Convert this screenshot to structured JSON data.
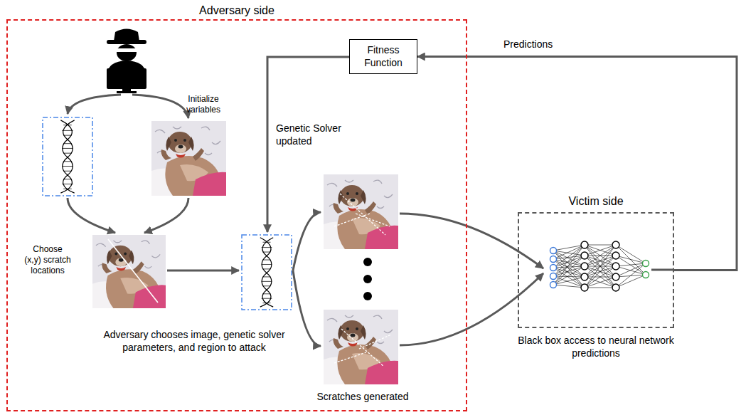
{
  "diagram": {
    "nodes": [
      {
        "text": [
          "Adversary side"
        ]
      },
      {
        "text": [
          "Fitness Function"
        ],
        "in": 0
      },
      {
        "text": [
          "Victim side",
          "Black box access to neural network predictions"
        ]
      }
    ],
    "edges": [
      {
        "from": 2,
        "to": 1,
        "arrow": "to",
        "label": "Predictions"
      }
    ],
    "labels": [
      "Initialize variables",
      "Genetic Solver updated",
      "Choose (x,y) scratch locations",
      "Adversary chooses image, genetic solver parameters, and region to attack",
      "Scratches generated"
    ]
  }
}
